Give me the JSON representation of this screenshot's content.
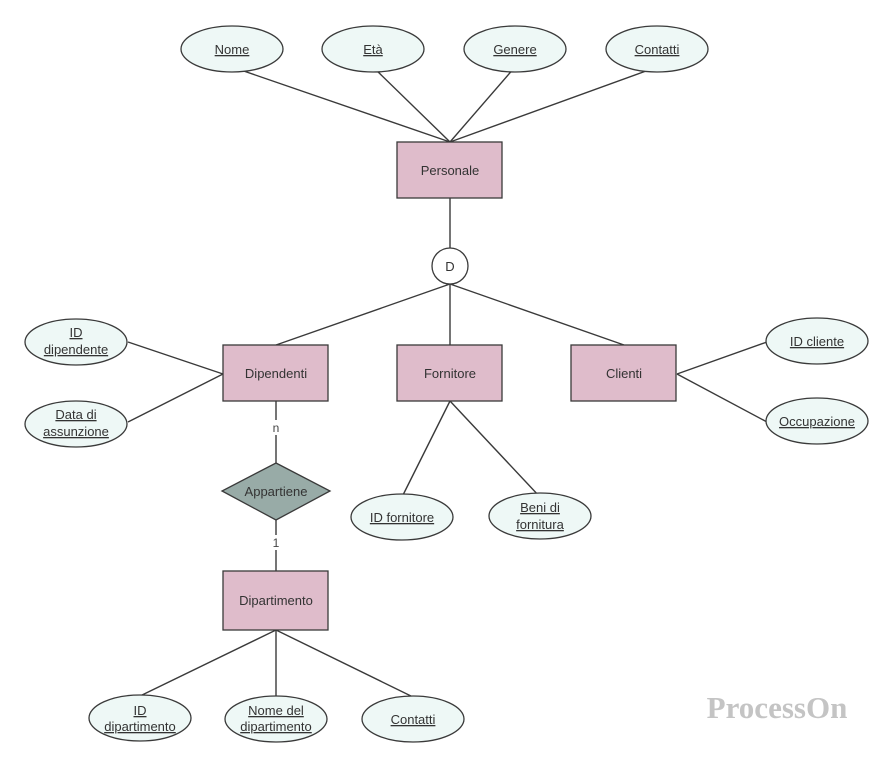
{
  "entities": {
    "personale": "Personale",
    "dipendenti": "Dipendenti",
    "fornitore": "Fornitore",
    "clienti": "Clienti",
    "dipartimento": "Dipartimento"
  },
  "disjoint_label": "D",
  "relationship": "Appartiene",
  "cardinality": {
    "top": "n",
    "bottom": "1"
  },
  "attributes": {
    "personale": [
      "Nome",
      "Età",
      "Genere",
      "Contatti"
    ],
    "dipendenti": [
      [
        "ID",
        "dipendente"
      ],
      [
        "Data di",
        "assunzione"
      ]
    ],
    "fornitore": [
      [
        "ID fornitore"
      ],
      [
        "Beni di",
        "fornitura"
      ]
    ],
    "clienti": [
      [
        "ID cliente"
      ],
      [
        "Occupazione"
      ]
    ],
    "dipartimento": [
      [
        "ID",
        "dipartimento"
      ],
      [
        "Nome del",
        "dipartimento"
      ],
      [
        "Contatti"
      ]
    ]
  },
  "watermark": "ProcessOn",
  "colors": {
    "entity": "#dfbccb",
    "attribute": "#eef8f6",
    "relationship": "#98aba7"
  }
}
